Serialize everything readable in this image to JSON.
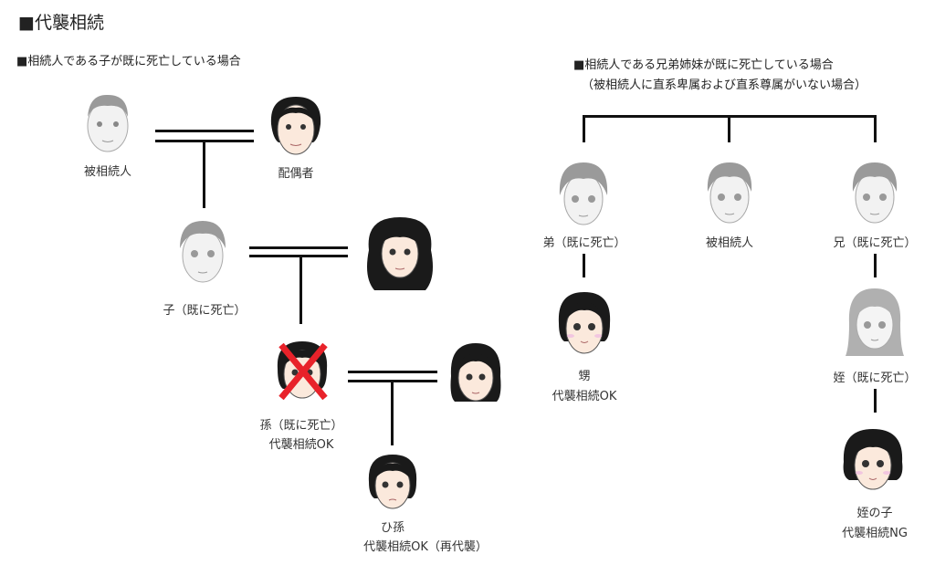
{
  "title": "■代襲相続",
  "left_section": {
    "heading": "■相続人である子が既に死亡している場合",
    "persons": {
      "decedent": {
        "label": "被相続人",
        "status": "deceased"
      },
      "spouse": {
        "label": "配偶者",
        "status": "alive"
      },
      "child": {
        "label": "子（既に死亡）",
        "status": "deceased"
      },
      "child_spouse": {
        "label": "",
        "status": "alive"
      },
      "grandchild": {
        "label": "孫（既に死亡）",
        "note": "代襲相続OK",
        "status": "deceased-crossed"
      },
      "grandchild_spouse": {
        "label": "",
        "status": "alive"
      },
      "great_grandchild": {
        "label": "ひ孫",
        "note": "代襲相続OK（再代襲）",
        "status": "alive"
      }
    }
  },
  "right_section": {
    "heading": "■相続人である兄弟姉妹が既に死亡している場合",
    "subheading": "（被相続人に直系卑属および直系尊属がいない場合）",
    "persons": {
      "younger_brother": {
        "label": "弟（既に死亡）",
        "status": "deceased"
      },
      "decedent": {
        "label": "被相続人",
        "status": "deceased"
      },
      "older_brother": {
        "label": "兄（既に死亡）",
        "status": "deceased"
      },
      "nephew": {
        "label": "甥",
        "note": "代襲相続OK",
        "status": "alive"
      },
      "niece": {
        "label": "姪（既に死亡）",
        "status": "deceased"
      },
      "niece_child": {
        "label": "姪の子",
        "note": "代襲相続NG",
        "status": "alive"
      }
    }
  },
  "colors": {
    "line": "#111111",
    "deceased_face": "#9a9a9a",
    "alive_hair": "#1a1a1a",
    "skin": "#fbe9dc",
    "cross": "#e8222a"
  }
}
